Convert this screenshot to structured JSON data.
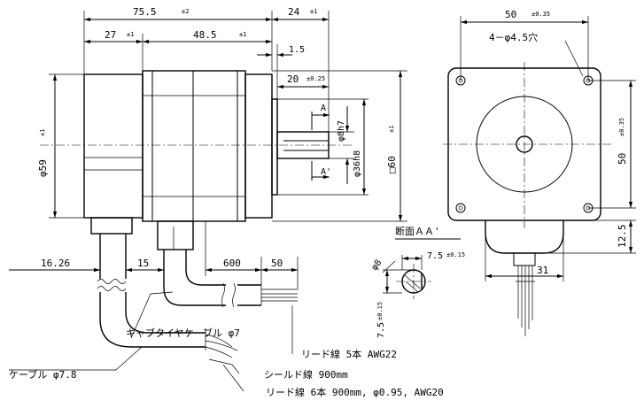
{
  "side_view": {
    "dims": {
      "overall_length": "75.5",
      "overall_length_tol": "±2",
      "shaft_ext": "24",
      "shaft_ext_tol": "±1",
      "rear_cap": "27",
      "rear_cap_tol": "±1",
      "body_len": "48.5",
      "body_len_tol": "±1",
      "flange": "1.5",
      "shaft_flat": "20",
      "shaft_flat_tol": "±0.25",
      "dia_body": "φ59",
      "dia_body_tol": "±1",
      "dia_shaft": "φ8h7",
      "dia_pilot": "φ36h8",
      "square": "□60",
      "square_tol": "±1",
      "section_a": "A",
      "section_a2": "A'"
    },
    "cables": {
      "offset": "16.26",
      "gap": "15",
      "len_600": "600",
      "len_50": "50"
    }
  },
  "front_view": {
    "dims": {
      "width": "50",
      "width_tol": "±0.35",
      "height": "50",
      "height_tol": "±0.35",
      "holes": "4－φ4.5穴",
      "lead_height": "12.5",
      "lead_width": "31"
    }
  },
  "section": {
    "title": "断面ＡＡ'",
    "dia": "φ8",
    "flat": "7.5",
    "flat_tol": "±0.15",
    "flat_v": "7.5",
    "flat_v_tol": "±0.15"
  },
  "labels": {
    "cabtire": "キャブタイヤケーブル φ7",
    "lead5": "リード線 5本 AWG22",
    "cable78": "ケーブル φ7.8",
    "shield": "シールド線 900mm",
    "lead6": "リード線 6本 900mm, φ0.95, AWG20"
  }
}
